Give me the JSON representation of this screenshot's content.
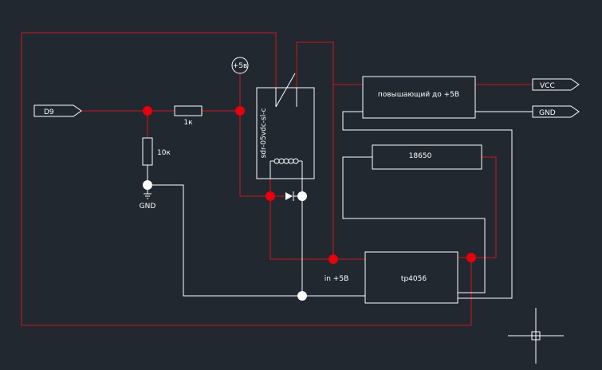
{
  "labels": {
    "d9": "D9",
    "r1": "1к",
    "r2": "10к",
    "gnd_symbol": "GND",
    "plus5": "+5в",
    "relay": "sdr-05vdc-sl-c",
    "booster": "повышающий до +5В",
    "vcc": "VCC",
    "gnd_out": "GND",
    "battery": "18650",
    "charger": "tp4056",
    "in5v": "in +5В"
  },
  "colors": {
    "background": "#212830",
    "wire_red": "#d0161a",
    "wire_white": "#ffffff",
    "node_red": "#e8000b",
    "node_white": "#ffffff"
  }
}
